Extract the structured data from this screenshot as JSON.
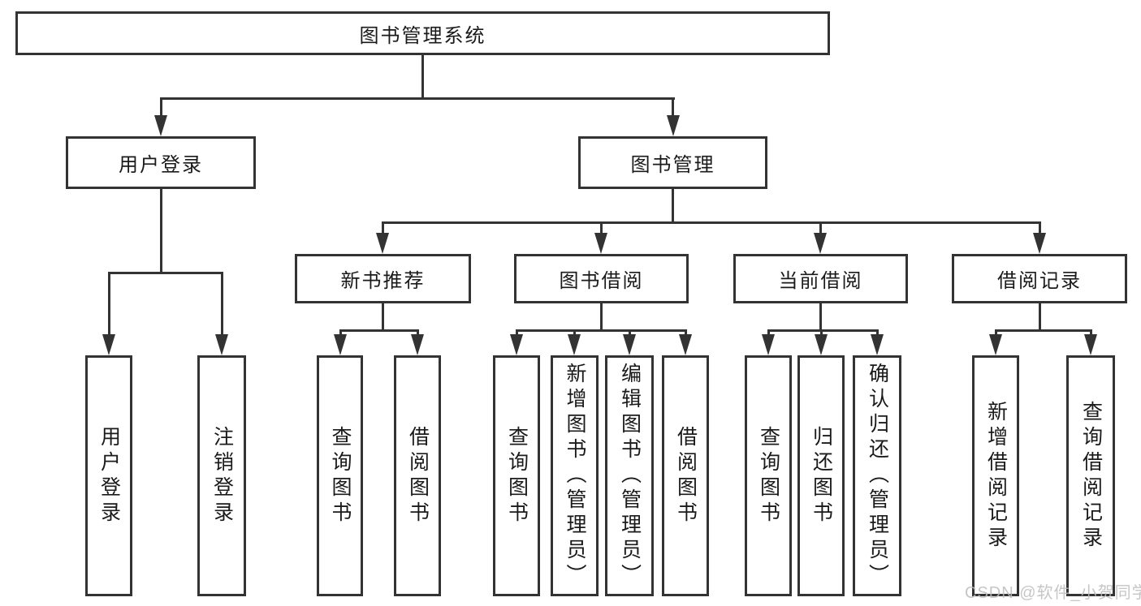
{
  "diagram": {
    "root": "图书管理系统",
    "branches": [
      {
        "label": "用户登录",
        "children": [
          "用户登录",
          "注销登录"
        ]
      },
      {
        "label": "图书管理",
        "modules": [
          {
            "label": "新书推荐",
            "children": [
              "查询图书",
              "借阅图书"
            ]
          },
          {
            "label": "图书借阅",
            "children": [
              "查询图书",
              "新增图书（管理员）",
              "编辑图书（管理员）",
              "借阅图书"
            ]
          },
          {
            "label": "当前借阅",
            "children": [
              "查询图书",
              "归还图书",
              "确认归还（管理员）"
            ]
          },
          {
            "label": "借阅记录",
            "children": [
              "新增借阅记录",
              "查询借阅记录"
            ]
          }
        ]
      }
    ]
  },
  "watermark": "CSDN @软件_小贺同学",
  "colors": {
    "line": "#333333",
    "text": "#1a1a1a",
    "watermark": "#bdbdbd",
    "background": "#ffffff"
  }
}
